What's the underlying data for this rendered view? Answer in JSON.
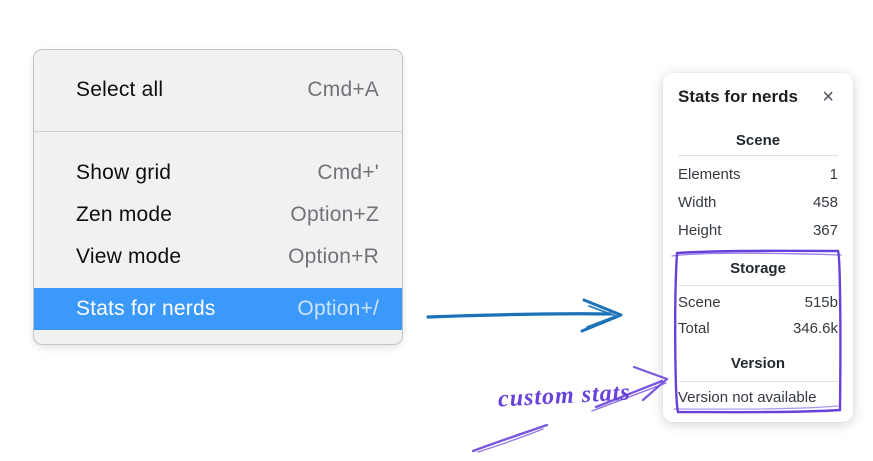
{
  "menu": {
    "items": [
      {
        "label": "Select all",
        "shortcut": "Cmd+A",
        "highlighted": false
      },
      {
        "label": "Show grid",
        "shortcut": "Cmd+'",
        "highlighted": false
      },
      {
        "label": "Zen mode",
        "shortcut": "Option+Z",
        "highlighted": false
      },
      {
        "label": "View mode",
        "shortcut": "Option+R",
        "highlighted": false
      },
      {
        "label": "Stats for nerds",
        "shortcut": "Option+/",
        "highlighted": true
      }
    ]
  },
  "stats_panel": {
    "title": "Stats for nerds",
    "close_icon": "×",
    "sections": [
      {
        "heading": "Scene",
        "rows": [
          {
            "label": "Elements",
            "value": "1"
          },
          {
            "label": "Width",
            "value": "458"
          },
          {
            "label": "Height",
            "value": "367"
          }
        ]
      },
      {
        "heading": "Storage",
        "rows": [
          {
            "label": "Scene",
            "value": "515b"
          },
          {
            "label": "Total",
            "value": "346.6k"
          }
        ]
      },
      {
        "heading": "Version",
        "rows": [],
        "note": "Version not available"
      }
    ]
  },
  "annotation": {
    "label": "custom stats"
  },
  "colors": {
    "menu_highlight": "#3b99fc",
    "flow_arrow_blue": "#1b72b8",
    "annotation_purple": "#6741d9",
    "annotation_arrow_purple": "#7a58dd"
  }
}
